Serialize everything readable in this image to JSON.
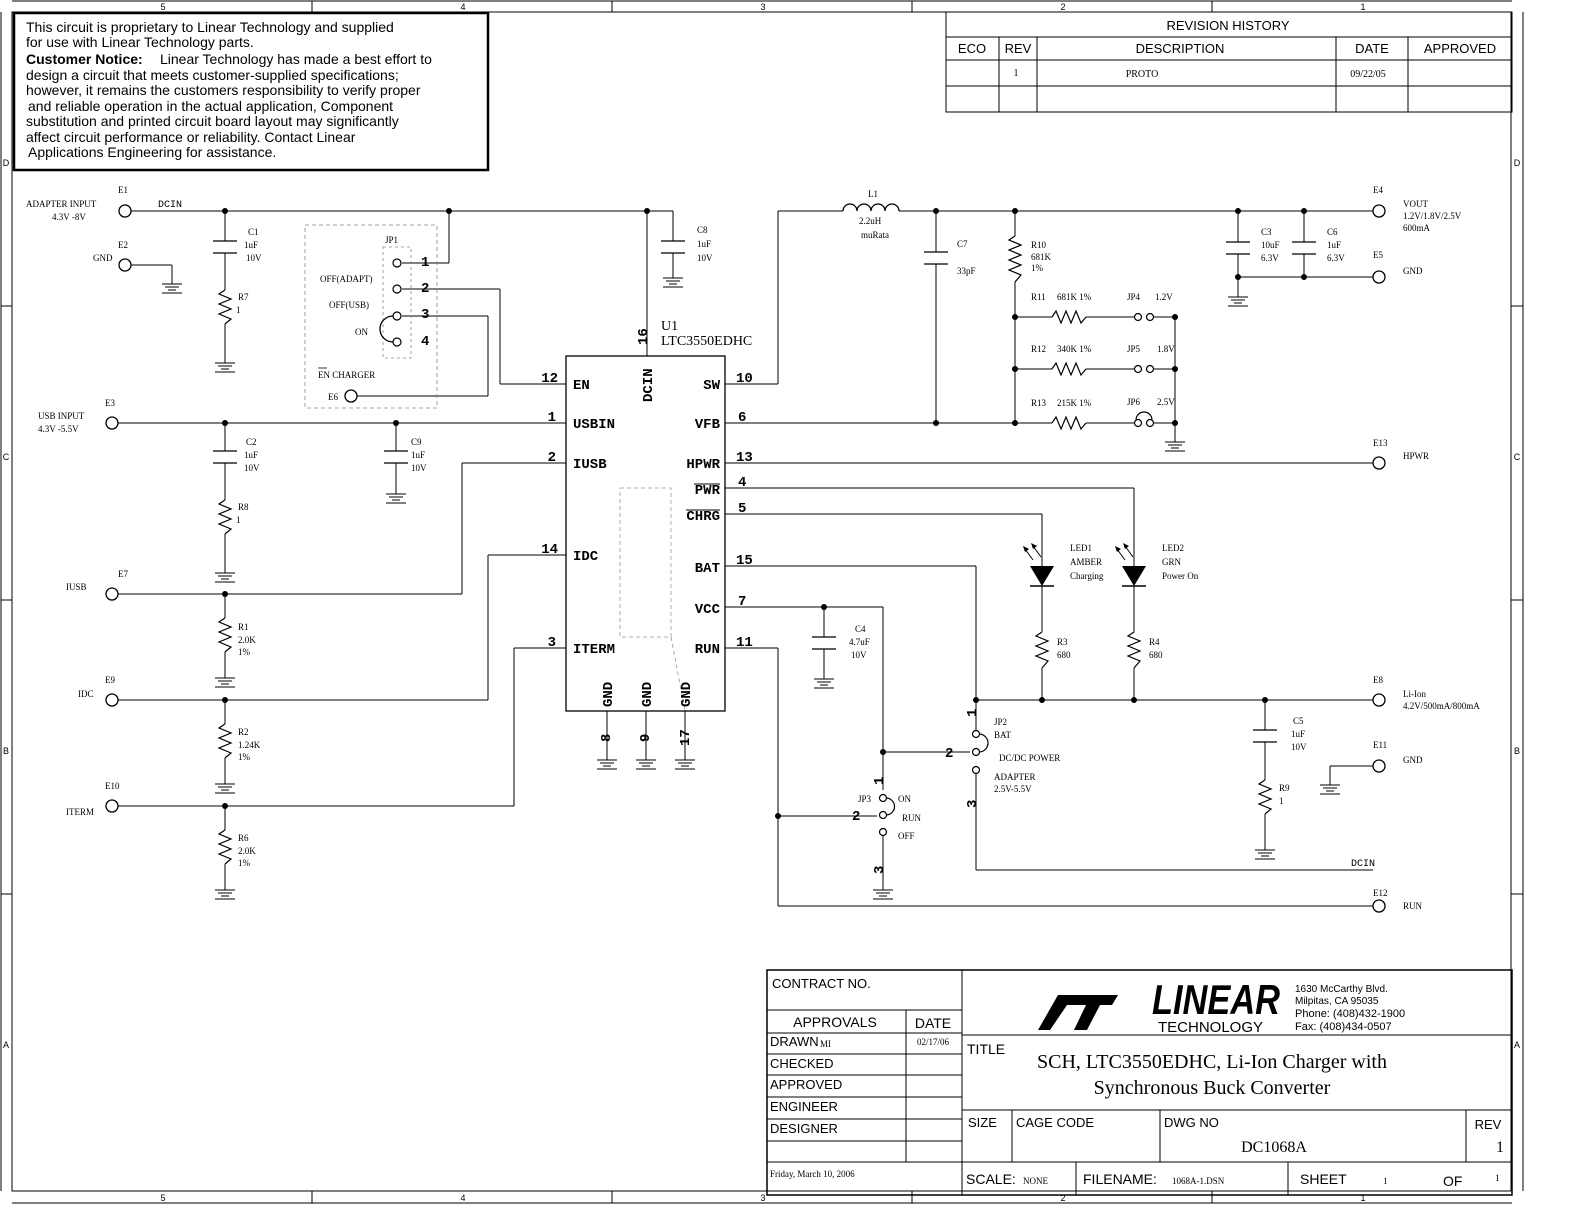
{
  "notice": {
    "line1": "This circuit is proprietary to Linear Technology and supplied",
    "line2": "for use with Linear Technology parts.",
    "heading": "Customer Notice:",
    "line3": "Linear Technology has made a best effort to",
    "line4": "design a circuit that meets customer-supplied specifications;",
    "line5": "however, it remains the customers responsibility to verify proper",
    "line6": "and reliable operation in the actual application, Component",
    "line7": "substitution and printed circuit board layout may significantly",
    "line8": "affect circuit performance or reliability. Contact Linear",
    "line9": "Applications Engineering for assistance."
  },
  "revision": {
    "title": "REVISION HISTORY",
    "headers": [
      "ECO",
      "REV",
      "DESCRIPTION",
      "DATE",
      "APPROVED"
    ],
    "rows": [
      {
        "eco": "",
        "rev": "1",
        "description": "PROTO",
        "date": "09/22/05",
        "approved": ""
      }
    ]
  },
  "border": {
    "cols": [
      "5",
      "4",
      "3",
      "2",
      "1"
    ],
    "rows": [
      "D",
      "C",
      "B",
      "A"
    ]
  },
  "ic": {
    "ref": "U1",
    "part": "LTC3550EDHC",
    "left_pins": [
      {
        "num": "12",
        "name": "EN"
      },
      {
        "num": "1",
        "name": "USBIN"
      },
      {
        "num": "2",
        "name": "IUSB"
      },
      {
        "num": "14",
        "name": "IDC"
      },
      {
        "num": "3",
        "name": "ITERM"
      }
    ],
    "right_pins": [
      {
        "num": "10",
        "name": "SW"
      },
      {
        "num": "6",
        "name": "VFB"
      },
      {
        "num": "13",
        "name": "HPWR"
      },
      {
        "num": "4",
        "name": "PWR"
      },
      {
        "num": "5",
        "name": "CHRG"
      },
      {
        "num": "15",
        "name": "BAT"
      },
      {
        "num": "7",
        "name": "VCC"
      },
      {
        "num": "11",
        "name": "RUN"
      }
    ],
    "top_pin": {
      "num": "16",
      "name": "DCIN"
    },
    "bottom_pins": [
      {
        "num": "8",
        "name": "GND"
      },
      {
        "num": "9",
        "name": "GND"
      },
      {
        "num": "17",
        "name": "GND"
      }
    ]
  },
  "terminals": {
    "e1": {
      "ref": "E1",
      "label": "ADAPTER INPUT",
      "sub": "4.3V -8V"
    },
    "e2": {
      "ref": "E2",
      "label": "GND"
    },
    "e3": {
      "ref": "E3",
      "label": "USB INPUT",
      "sub": "4.3V -5.5V"
    },
    "e7": {
      "ref": "E7",
      "label": "IUSB"
    },
    "e9": {
      "ref": "E9",
      "label": "IDC"
    },
    "e10": {
      "ref": "E10",
      "label": "ITERM"
    },
    "e6": {
      "ref": "E6",
      "label": "EN CHARGER"
    },
    "e4": {
      "ref": "E4",
      "label": "VOUT",
      "sub": "1.2V/1.8V/2.5V",
      "sub2": "600mA"
    },
    "e5": {
      "ref": "E5",
      "label": "GND"
    },
    "e13": {
      "ref": "E13",
      "label": "HPWR"
    },
    "e8": {
      "ref": "E8",
      "label": "Li-Ion",
      "sub": "4.2V/500mA/800mA"
    },
    "e11": {
      "ref": "E11",
      "label": "GND"
    },
    "e12": {
      "ref": "E12",
      "label": "RUN"
    }
  },
  "nets": {
    "dcin_top": "DCIN",
    "dcin_bottom": "DCIN"
  },
  "parts": {
    "c1": {
      "ref": "C1",
      "v1": "1uF",
      "v2": "10V"
    },
    "c2": {
      "ref": "C2",
      "v1": "1uF",
      "v2": "10V"
    },
    "c8": {
      "ref": "C8",
      "v1": "1uF",
      "v2": "10V"
    },
    "c9": {
      "ref": "C9",
      "v1": "1uF",
      "v2": "10V"
    },
    "c7": {
      "ref": "C7",
      "v1": "33pF"
    },
    "c3": {
      "ref": "C3",
      "v1": "10uF",
      "v2": "6.3V"
    },
    "c6": {
      "ref": "C6",
      "v1": "1uF",
      "v2": "6.3V"
    },
    "c4": {
      "ref": "C4",
      "v1": "4.7uF",
      "v2": "10V"
    },
    "c5": {
      "ref": "C5",
      "v1": "1uF",
      "v2": "10V"
    },
    "r7": {
      "ref": "R7",
      "v1": "1"
    },
    "r8": {
      "ref": "R8",
      "v1": "1"
    },
    "r1": {
      "ref": "R1",
      "v1": "2.0K",
      "v2": "1%"
    },
    "r2": {
      "ref": "R2",
      "v1": "1.24K",
      "v2": "1%"
    },
    "r6": {
      "ref": "R6",
      "v1": "2.0K",
      "v2": "1%"
    },
    "r10": {
      "ref": "R10",
      "v1": "681K",
      "v2": "1%"
    },
    "r11": {
      "ref": "R11",
      "v1": "681K  1%"
    },
    "r12": {
      "ref": "R12",
      "v1": "340K  1%"
    },
    "r13": {
      "ref": "R13",
      "v1": "215K  1%"
    },
    "r3": {
      "ref": "R3",
      "v1": "680"
    },
    "r4": {
      "ref": "R4",
      "v1": "680"
    },
    "r9": {
      "ref": "R9",
      "v1": "1"
    },
    "l1": {
      "ref": "L1",
      "v1": "2.2uH",
      "v2": "muRata"
    },
    "led1": {
      "ref": "LED1",
      "v1": "AMBER",
      "v2": "Charging"
    },
    "led2": {
      "ref": "LED2",
      "v1": "GRN",
      "v2": "Power On"
    }
  },
  "jumpers": {
    "jp1": {
      "ref": "JP1",
      "pins": [
        "1",
        "2",
        "3",
        "4"
      ],
      "off_adapt": "OFF(ADAPT)",
      "off_usb": "OFF(USB)",
      "on": "ON"
    },
    "jp4": {
      "ref": "JP4",
      "label": "1.2V"
    },
    "jp5": {
      "ref": "JP5",
      "label": "1.8V"
    },
    "jp6": {
      "ref": "JP6",
      "label": "2.5V"
    },
    "jp2": {
      "ref": "JP2",
      "label": "BAT",
      "mid": "DC/DC POWER",
      "low": "ADAPTER",
      "low2": "2.5V-5.5V",
      "pins": [
        "1",
        "2",
        "3"
      ]
    },
    "jp3": {
      "ref": "JP3",
      "on": "ON",
      "run": "RUN",
      "off": "OFF",
      "pins": [
        "1",
        "2",
        "3"
      ]
    }
  },
  "title_block": {
    "contract": "CONTRACT NO.",
    "approvals": "APPROVALS",
    "date_hdr": "DATE",
    "drawn": "DRAWN",
    "drawn_by": "MI",
    "drawn_date": "02/17/06",
    "checked": "CHECKED",
    "approved": "APPROVED",
    "engineer": "ENGINEER",
    "designer": "DESIGNER",
    "print_date": "Friday, March 10, 2006",
    "logo_word": "LINEAR",
    "logo_sub": "TECHNOLOGY",
    "addr1": "1630 McCarthy Blvd.",
    "addr2": "Milpitas, CA 95035",
    "phone": "Phone: (408)432-1900",
    "fax": "Fax: (408)434-0507",
    "title_label": "TITLE",
    "title1": "SCH, LTC3550EDHC, Li-Ion Charger with",
    "title2": "Synchronous Buck Converter",
    "size_label": "SIZE",
    "cage_label": "CAGE CODE",
    "dwg_label": "DWG NO",
    "dwg_no": "DC1068A",
    "rev_label": "REV",
    "rev": "1",
    "scale_label": "SCALE:",
    "scale": "NONE",
    "file_label": "FILENAME:",
    "file": "1068A-1.DSN",
    "sheet_label": "SHEET",
    "sheet": "1",
    "of_label": "OF",
    "of": "1"
  }
}
